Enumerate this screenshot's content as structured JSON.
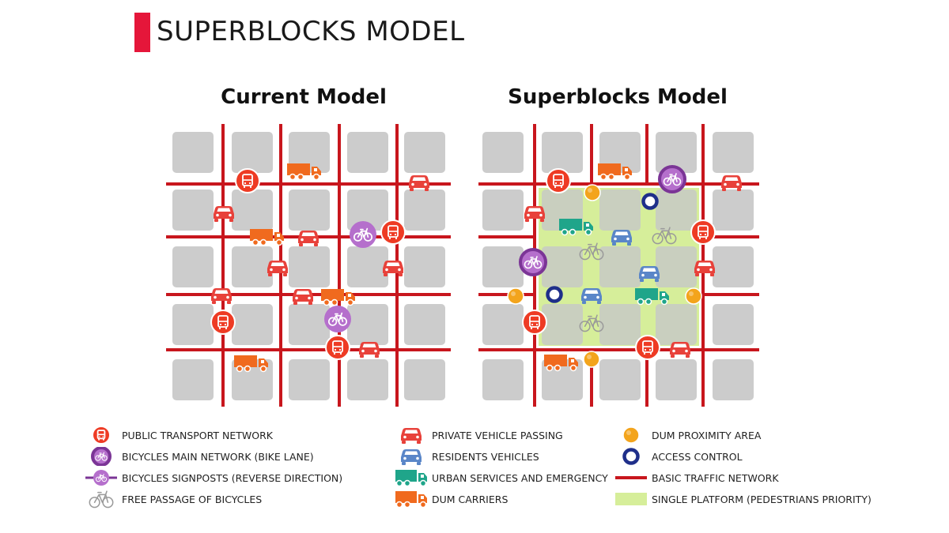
{
  "header": {
    "title": "SUPERBLOCKS MODEL",
    "accent_color": "#e5163a"
  },
  "panels": {
    "current": {
      "title": "Current Model"
    },
    "superblocks": {
      "title": "Superblocks Model"
    }
  },
  "colors": {
    "street": "#c8161d",
    "block": "#cccccc",
    "platform": "#d6ee9a",
    "public_transport": "#ee3b24",
    "bike_main": "#7b3596",
    "bike_signpost": "#b56fcc",
    "private_car": "#e8413a",
    "resident_car": "#5a86c8",
    "urban_services": "#1fa58a",
    "dum_carrier": "#f06a1e",
    "dum_proximity": "#f3a41c",
    "access_control": "#1f2f8a",
    "free_bike": "#9a9a9a"
  },
  "legend": [
    {
      "icon": "bus-circle-icon",
      "label": "PUBLIC TRANSPORT NETWORK"
    },
    {
      "icon": "bike-circle-icon",
      "label": "BICYCLES MAIN NETWORK (BIKE LANE)"
    },
    {
      "icon": "bike-signpost-icon",
      "label": "BICYCLES SIGNPOSTS (REVERSE DIRECTION)"
    },
    {
      "icon": "bike-outline-icon",
      "label": "FREE PASSAGE OF BICYCLES"
    },
    {
      "icon": "red-car-icon",
      "label": "PRIVATE VEHICLE PASSING"
    },
    {
      "icon": "blue-car-icon",
      "label": "RESIDENTS VEHICLES"
    },
    {
      "icon": "green-truck-icon",
      "label": "URBAN SERVICES AND EMERGENCY"
    },
    {
      "icon": "orange-truck-icon",
      "label": "DUM CARRIERS"
    },
    {
      "icon": "orange-dot-icon",
      "label": "DUM PROXIMITY AREA"
    },
    {
      "icon": "access-ring-icon",
      "label": "ACCESS CONTROL"
    },
    {
      "icon": "red-line-icon",
      "label": "BASIC TRAFFIC NETWORK"
    },
    {
      "icon": "green-rect-icon",
      "label": "SINGLE PLATFORM (PEDESTRIANS PRIORITY)"
    }
  ]
}
